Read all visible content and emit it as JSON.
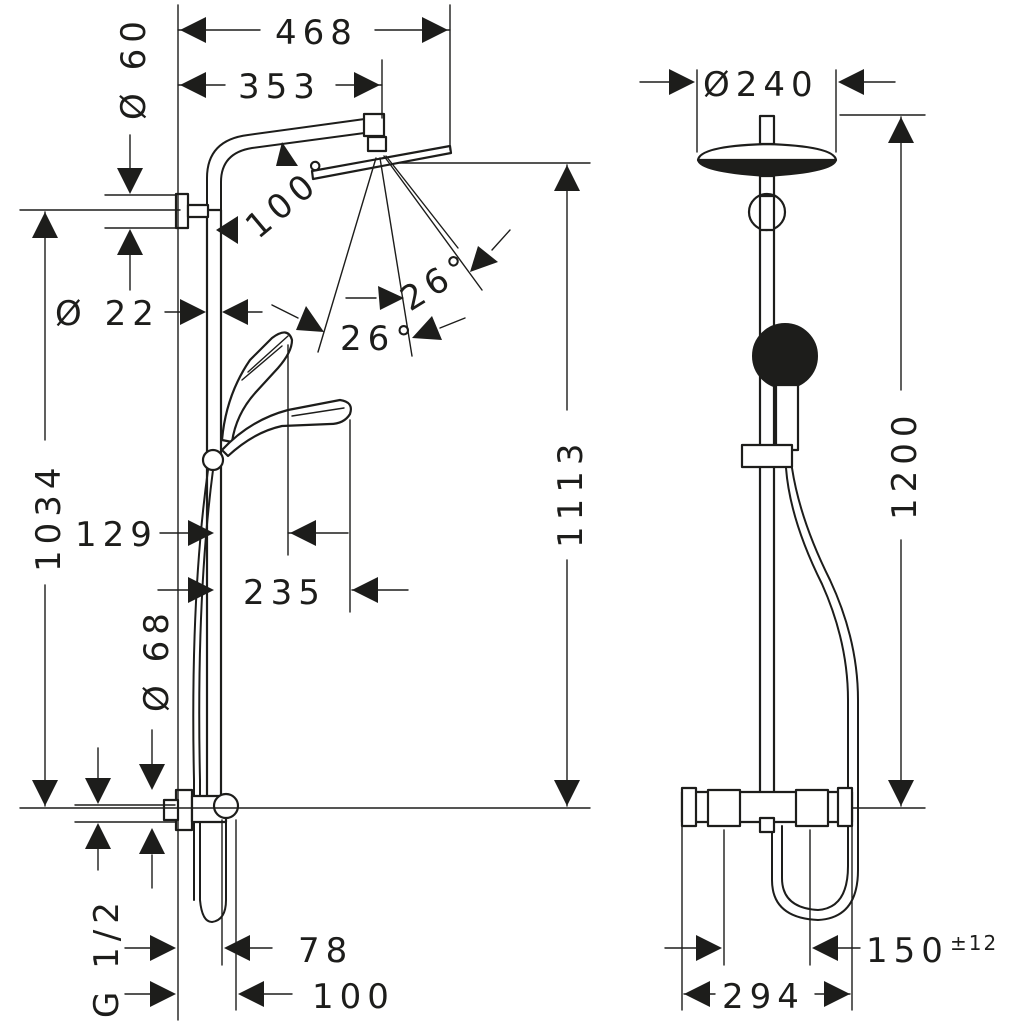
{
  "dimensions": {
    "overall_width_side": "468",
    "arm_length": "353",
    "wall_rose_diameter": "Ø 60",
    "spray_angle": "100°",
    "pipe_diameter": "Ø 22",
    "handshower_angle_a": "26°",
    "handshower_angle_b": "26°",
    "column_height": "1034",
    "handshower_offset": "129",
    "handshower_reach": "235",
    "hose_loop_diameter": "Ø 68",
    "head_height": "1113",
    "connection_thread": "G 1/2",
    "valve_offset_front": "78",
    "valve_offset_back": "100",
    "head_diameter": "Ø240",
    "total_height": "1200",
    "inlet_centres": "150",
    "inlet_tolerance": "±12",
    "thermostat_width": "294"
  }
}
